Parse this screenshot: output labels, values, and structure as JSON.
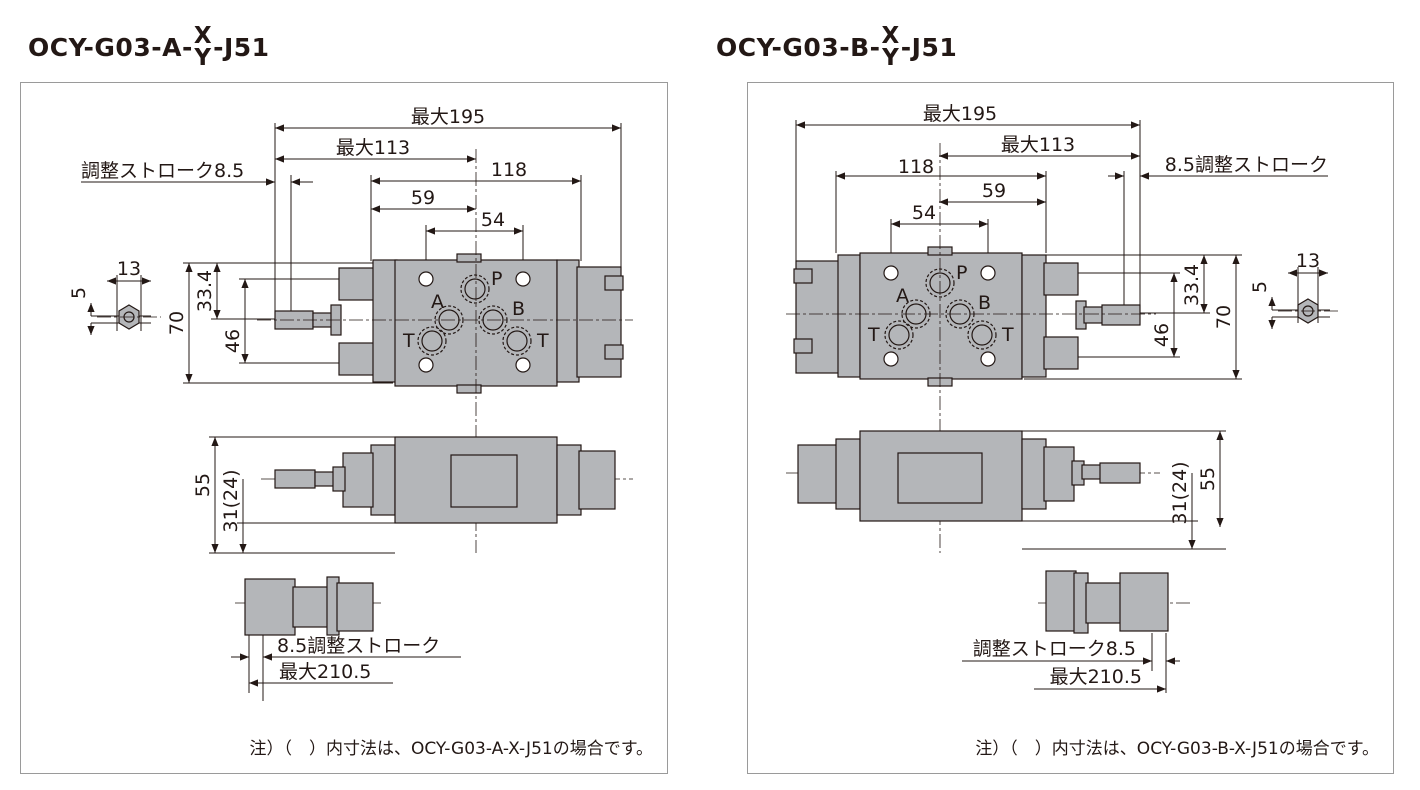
{
  "drawings": [
    {
      "title_prefix": "OCY-G03-A-",
      "title_x": "X",
      "title_y": "Y",
      "title_suffix": "-J51",
      "dims": {
        "max195": "最大195",
        "max113": "最大113",
        "d118": "118",
        "d59": "59",
        "d54": "54",
        "stroke_top": "調整ストローク8.5",
        "d13": "13",
        "d5": "5",
        "d70": "70",
        "d33_4": "33.4",
        "d46": "46",
        "d55": "55",
        "d31_24": "31(24)",
        "stroke_bottom": "8.5調整ストローク",
        "max210_5": "最大210.5"
      },
      "ports": {
        "p": "P",
        "a": "A",
        "b": "B",
        "t1": "T",
        "t2": "T"
      },
      "note": "注）（　）内寸法は、OCY-G03-A-X-J51の場合です。"
    },
    {
      "title_prefix": "OCY-G03-B-",
      "title_x": "X",
      "title_y": "Y",
      "title_suffix": "-J51",
      "dims": {
        "max195": "最大195",
        "max113": "最大113",
        "d118": "118",
        "d59": "59",
        "d54": "54",
        "stroke_top": "8.5調整ストローク",
        "d13": "13",
        "d5": "5",
        "d70": "70",
        "d33_4": "33.4",
        "d46": "46",
        "d55": "55",
        "d31_24": "31(24)",
        "stroke_bottom": "調整ストローク8.5",
        "max210_5": "最大210.5"
      },
      "ports": {
        "p": "P",
        "a": "A",
        "b": "B",
        "t1": "T",
        "t2": "T"
      },
      "note": "注）（　）内寸法は、OCY-G03-B-X-J51の場合です。"
    }
  ],
  "colors": {
    "body_fill": "#b4b6b9",
    "line": "#231815",
    "panel_border": "#9a9a9a"
  }
}
